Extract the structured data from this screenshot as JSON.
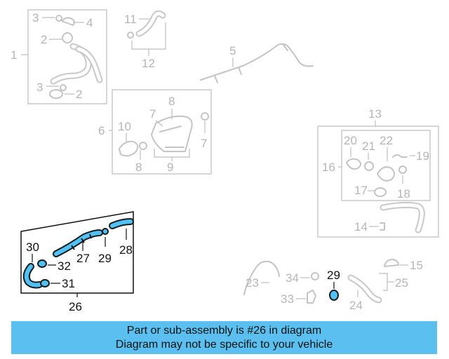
{
  "callouts": {
    "c1": "1",
    "c2a": "2",
    "c2b": "2",
    "c3a": "3",
    "c3b": "3",
    "c4": "4",
    "c5": "5",
    "c6": "6",
    "c7a": "7",
    "c7b": "7",
    "c8a": "8",
    "c8b": "8",
    "c9": "9",
    "c10": "10",
    "c11": "11",
    "c12": "12",
    "c13": "13",
    "c14": "14",
    "c15": "15",
    "c16": "16",
    "c17": "17",
    "c18": "18",
    "c19": "19",
    "c20": "20",
    "c21": "21",
    "c22": "22",
    "c23": "23",
    "c24": "24",
    "c25": "25",
    "c26": "26",
    "c27": "27",
    "c28": "28",
    "c29a": "29",
    "c29b": "29",
    "c30": "30",
    "c31": "31",
    "c32": "32",
    "c33": "33",
    "c34": "34"
  },
  "highlighted_part": "26",
  "banner": {
    "line1": "Part or sub-assembly is #26 in diagram",
    "line2": "Diagram may not be specific to your vehicle"
  },
  "colors": {
    "highlight": "#4fc3f7",
    "banner_bg": "#5bc0f0",
    "inactive": "#c4c4c4"
  }
}
